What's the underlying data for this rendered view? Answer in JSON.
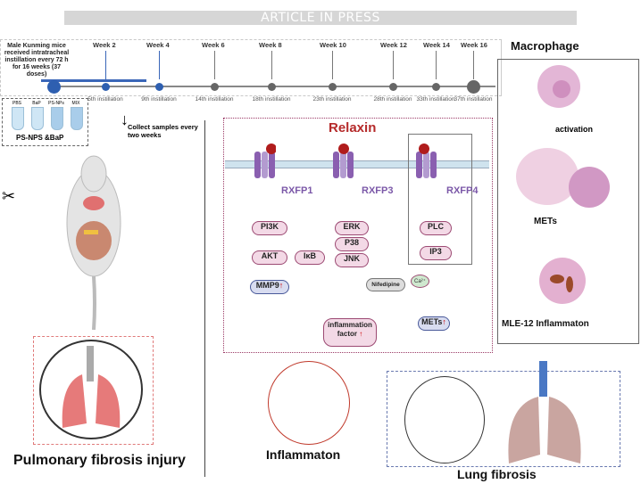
{
  "banner": "ARTICLE IN PRESS",
  "timeline": {
    "intro": "Male Kunming mice received intratracheal instillation every 72 h for 16 weeks (37 doses)",
    "weeks": [
      "Week 2",
      "Week 4",
      "Week 6",
      "Week 8",
      "Week 10",
      "Week 12",
      "Week 14",
      "Week 16"
    ],
    "instillations": [
      "5th instillation",
      "9th instillation",
      "14th instillation",
      "18th instillation",
      "23th instillation",
      "28th instillation",
      "33th instillation",
      "37th instillation"
    ]
  },
  "groups": {
    "tubes": [
      "PBS",
      "BaP",
      "PS-NPs",
      "MIX"
    ],
    "label": "PS-NPS &BaP"
  },
  "collect": "Collect samples every two weeks",
  "left_title": "Pulmonary fibrosis injury",
  "pathway": {
    "title": "Relaxin",
    "receptors": [
      "RXFP1",
      "RXFP3",
      "RXFP4"
    ],
    "nodes": {
      "pi3k": "PI3K",
      "akt": "AKT",
      "mmp9": "MMP9",
      "ikb": "IκB",
      "erk": "ERK",
      "p38": "P38",
      "jnk": "JNK",
      "plc": "PLC",
      "ip3": "IP3",
      "nifedipine": "Nifedipine",
      "ca": "Ca²⁺",
      "mets": "METs",
      "inflammation": "inflammation factor"
    },
    "up_arrow": "↑",
    "phospho": "P"
  },
  "right_panel": {
    "title": "Macrophage",
    "activation": "activation",
    "mets": "METs",
    "mle": "MLE-12 Inflammaton"
  },
  "bottom": {
    "inflammaton": "Inflammaton",
    "lung_fibrosis": "Lung fibrosis"
  }
}
